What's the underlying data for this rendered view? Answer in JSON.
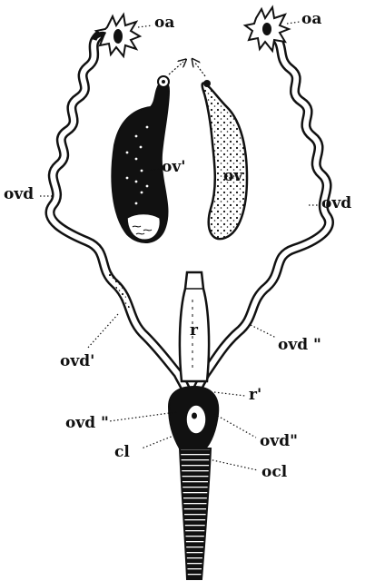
{
  "labels": {
    "oa_left": "oa",
    "oa_right": "oa",
    "ov_prime": "ov'",
    "ov": "ov",
    "ovd_left": "ovd",
    "ovd_right": "ovd",
    "ovd_prime": "ovd'",
    "ovd_dprime_right": "ovd \"",
    "r": "r",
    "r_prime": "r'",
    "ovd_dprime_left": "ovd \"",
    "ovd_dprime_low": "ovd\"",
    "cl": "cl",
    "ocl": "ocl"
  },
  "colors": {
    "ink": "#111111",
    "paper": "#ffffff"
  }
}
